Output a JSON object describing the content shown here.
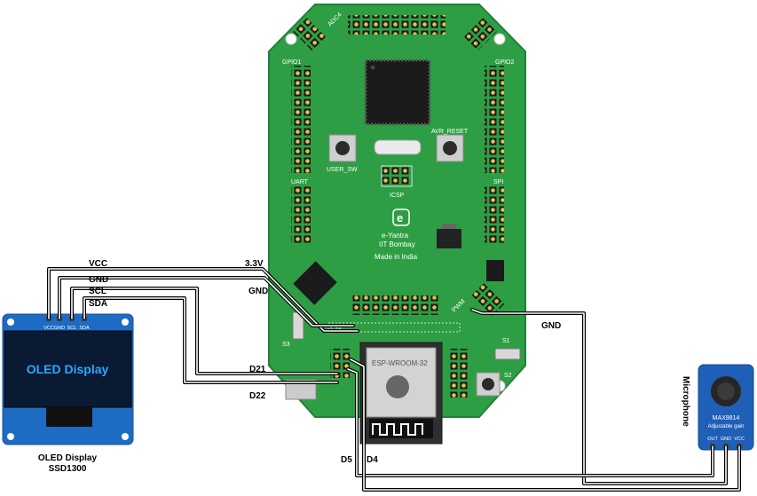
{
  "board": {
    "logo_text": "e",
    "title_line1": "e-Yantra",
    "title_line2": "IIT Bombay",
    "made_in": "Made in India",
    "btn_user": "USER_SW",
    "btn_reset": "AVR_RESET",
    "icsp": "ICSP",
    "header_gpio1": "GPIO1",
    "header_gpio2": "GPIO2",
    "header_uart": "UART",
    "header_spi": "SPI",
    "header_adc": "ADC4",
    "label_pwm": "PWM",
    "label_3v3": "3.3V",
    "esp_module": "ESP-WROOM-32",
    "sw_s1": "S1",
    "sw_s2": "S2",
    "sw_s3": "S3"
  },
  "oled": {
    "screen_text": "OLED Display",
    "pins": [
      "VCC",
      "GND",
      "SCL",
      "SDA"
    ],
    "caption_line1": "OLED Display",
    "caption_line2": "SSD1300"
  },
  "microphone": {
    "title": "Microphone",
    "board_text1": "MAX9814",
    "board_text2": "Adjustable gain",
    "pins": [
      "OUT",
      "GND",
      "VCC"
    ]
  },
  "wire_labels": {
    "vcc": "VCC",
    "gnd": "GND",
    "scl": "SCL",
    "sda": "SDA",
    "v33": "3.3V",
    "gnd_board": "GND",
    "gnd_right": "GND",
    "d21": "D21",
    "d22": "D22",
    "d5": "D5",
    "d4": "D4"
  },
  "colors": {
    "pcb_green": "#2e9e44",
    "oled_board": "#1e6bc4",
    "oled_screen": "#0b1a33",
    "oled_text": "#2aa8ff",
    "mic_board": "#1f5fb8"
  }
}
